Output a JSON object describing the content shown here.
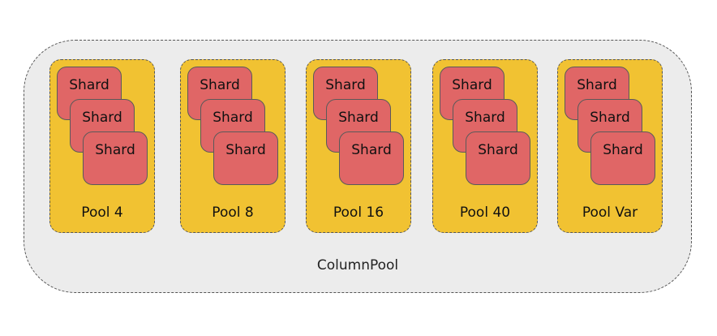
{
  "diagram": {
    "container_label": "ColumnPool",
    "shard_label": "Shard",
    "pools": [
      {
        "label": "Pool 4"
      },
      {
        "label": "Pool 8"
      },
      {
        "label": "Pool 16"
      },
      {
        "label": "Pool 40"
      },
      {
        "label": "Pool Var"
      }
    ]
  },
  "colors": {
    "container_fill": "#ececec",
    "pool_fill": "#f1c232",
    "shard_fill": "#e06666",
    "border": "#555555"
  }
}
